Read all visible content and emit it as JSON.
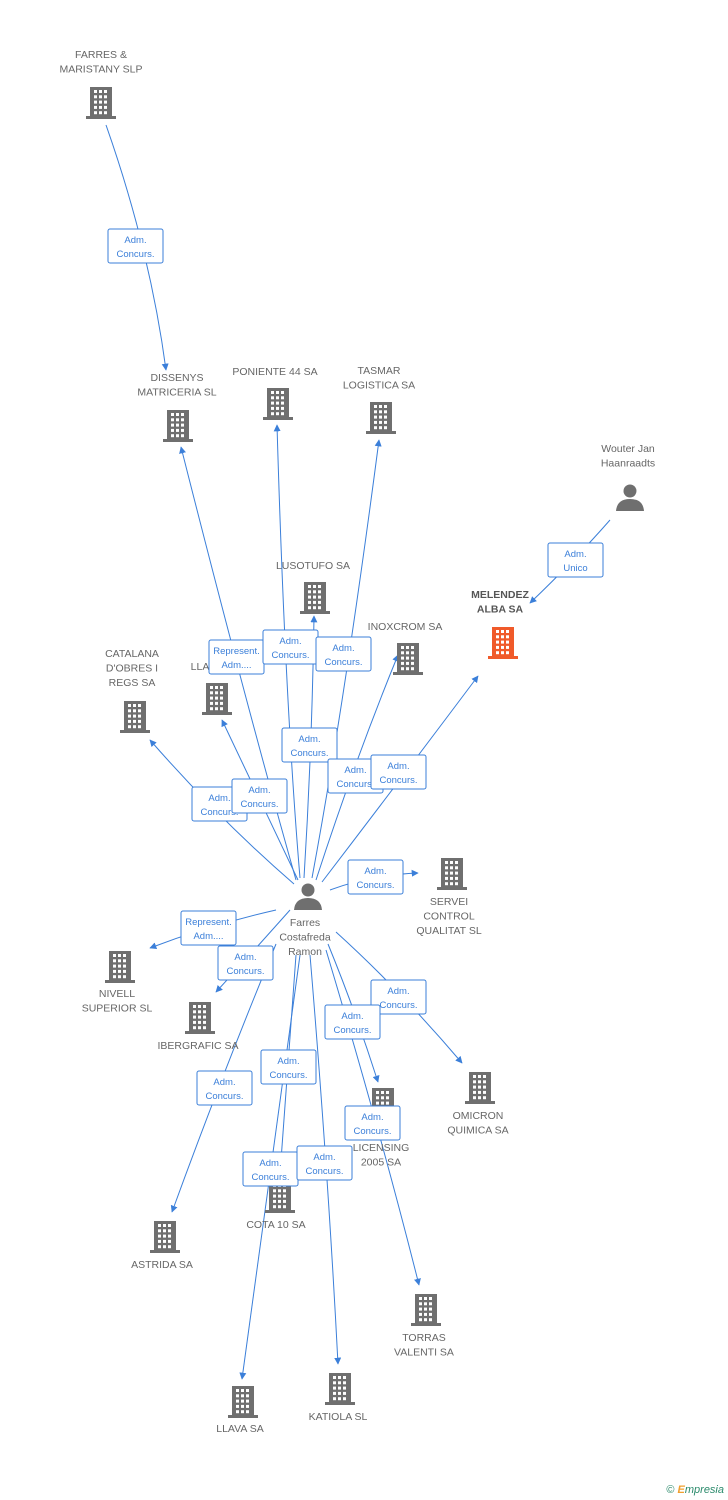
{
  "nodes": [
    {
      "id": "farres_maristany",
      "type": "company",
      "lines": [
        "FARRES &",
        "MARISTANY SLP"
      ]
    },
    {
      "id": "dissenys",
      "type": "company",
      "lines": [
        "DISSENYS",
        "MATRICERIA SL"
      ]
    },
    {
      "id": "poniente",
      "type": "company",
      "lines": [
        "PONIENTE 44 SA"
      ]
    },
    {
      "id": "tasmar",
      "type": "company",
      "lines": [
        "TASMAR",
        "LOGISTICA SA"
      ]
    },
    {
      "id": "wouter",
      "type": "person",
      "lines": [
        "Wouter Jan",
        "Haanraadts"
      ]
    },
    {
      "id": "melendez",
      "type": "company",
      "focus": true,
      "lines": [
        "MELENDEZ",
        "ALBA SA"
      ]
    },
    {
      "id": "lusotufo",
      "type": "company",
      "lines": [
        "LUSOTUFO SA"
      ]
    },
    {
      "id": "inoxcrom",
      "type": "company",
      "lines": [
        "INOXCROM SA"
      ]
    },
    {
      "id": "catalana",
      "type": "company",
      "lines": [
        "CATALANA",
        "D'OBRES I",
        "REGS SA"
      ]
    },
    {
      "id": "lla",
      "type": "company",
      "lines": [
        "LLA"
      ]
    },
    {
      "id": "farres",
      "type": "person",
      "lines": [
        "Farres",
        "Costafreda",
        "Ramon"
      ]
    },
    {
      "id": "servei",
      "type": "company",
      "lines": [
        "SERVEI",
        "CONTROL",
        "QUALITAT SL"
      ]
    },
    {
      "id": "nivell",
      "type": "company",
      "lines": [
        "NIVELL",
        "SUPERIOR SL"
      ]
    },
    {
      "id": "ibergrafic",
      "type": "company",
      "lines": [
        "IBERGRAFIC SA"
      ]
    },
    {
      "id": "omicron",
      "type": "company",
      "lines": [
        "OMICRON",
        "QUIMICA SA"
      ]
    },
    {
      "id": "licensing",
      "type": "company",
      "lines": [
        "LICENSING",
        "2005 SA"
      ]
    },
    {
      "id": "cota",
      "type": "company",
      "lines": [
        "COTA 10 SA"
      ]
    },
    {
      "id": "astrida",
      "type": "company",
      "lines": [
        "ASTRIDA SA"
      ]
    },
    {
      "id": "torras",
      "type": "company",
      "lines": [
        "TORRAS",
        "VALENTI SA"
      ]
    },
    {
      "id": "llava",
      "type": "company",
      "lines": [
        "LLAVA SA"
      ]
    },
    {
      "id": "katiola",
      "type": "company",
      "lines": [
        "KATIOLA SL"
      ]
    }
  ],
  "edges": [
    {
      "from": "farres_maristany",
      "to": "dissenys",
      "label": [
        "Adm.",
        "Concurs."
      ]
    },
    {
      "from": "wouter",
      "to": "melendez",
      "label": [
        "Adm.",
        "Unico"
      ]
    },
    {
      "from": "farres",
      "to": "dissenys",
      "label": [
        "Represent.",
        "Adm...."
      ]
    },
    {
      "from": "farres",
      "to": "poniente",
      "label": [
        "Adm.",
        "Concurs."
      ]
    },
    {
      "from": "farres",
      "to": "tasmar",
      "label": [
        "Adm.",
        "Concurs."
      ]
    },
    {
      "from": "farres",
      "to": "lusotufo",
      "label": [
        "Adm.",
        "Concurs."
      ]
    },
    {
      "from": "farres",
      "to": "inoxcrom",
      "label": [
        "Adm.",
        "Concurs."
      ]
    },
    {
      "from": "farres",
      "to": "melendez",
      "label": [
        "Adm.",
        "Concurs."
      ]
    },
    {
      "from": "farres",
      "to": "catalana",
      "label": [
        "Adm.",
        "Concurs."
      ]
    },
    {
      "from": "farres",
      "to": "lla",
      "label": [
        "Adm.",
        "Concurs."
      ]
    },
    {
      "from": "farres",
      "to": "servei",
      "label": [
        "Adm.",
        "Concurs."
      ]
    },
    {
      "from": "farres",
      "to": "nivell",
      "label": [
        "Represent.",
        "Adm...."
      ]
    },
    {
      "from": "farres",
      "to": "ibergrafic",
      "label": [
        "Adm.",
        "Concurs."
      ]
    },
    {
      "from": "farres",
      "to": "omicron",
      "label": [
        "Adm.",
        "Concurs."
      ]
    },
    {
      "from": "farres",
      "to": "licensing",
      "label": [
        "Adm.",
        "Concurs."
      ]
    },
    {
      "from": "farres",
      "to": "cota",
      "label": [
        "Adm.",
        "Concurs."
      ]
    },
    {
      "from": "farres",
      "to": "astrida",
      "label": [
        "Adm.",
        "Concurs."
      ]
    },
    {
      "from": "farres",
      "to": "torras",
      "label": [
        "Adm.",
        "Concurs."
      ]
    },
    {
      "from": "farres",
      "to": "llava",
      "label": [
        "Adm.",
        "Concurs."
      ]
    },
    {
      "from": "farres",
      "to": "katiola",
      "label": [
        "Adm.",
        "Concurs."
      ]
    }
  ],
  "colors": {
    "edge": "#3b7fd9",
    "icon": "#6f6f6f",
    "focus_icon": "#f05a2a",
    "label": "#666666"
  },
  "footer": {
    "copyright": "©",
    "brand_initial": "E",
    "brand_rest": "mpresia"
  }
}
